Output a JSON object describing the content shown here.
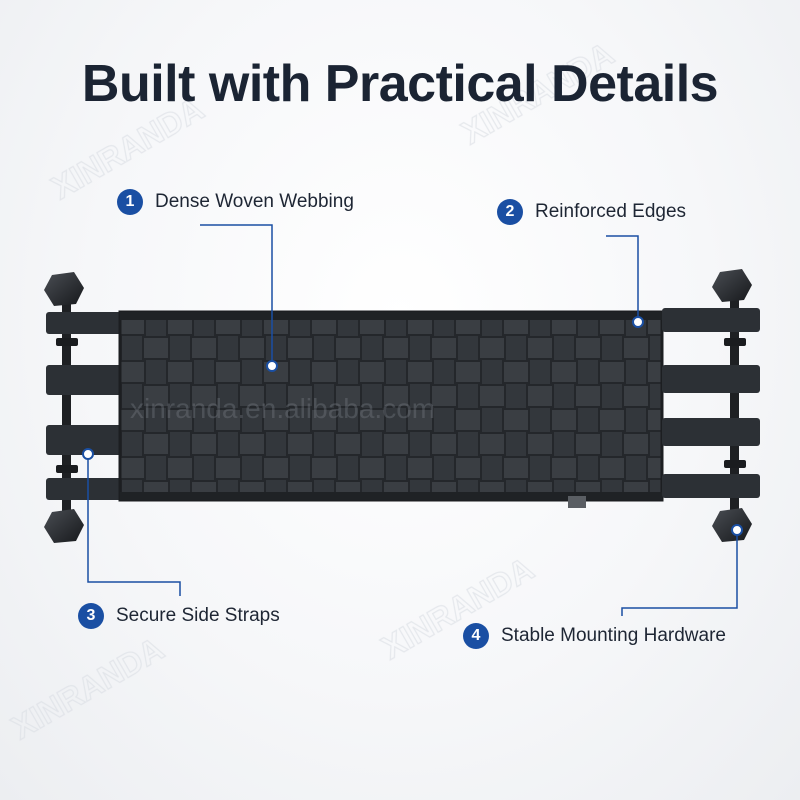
{
  "heading": "Built with Practical Details",
  "watermark_brand": "XINRANDA",
  "watermark_url": "xinranda.en.alibaba.com",
  "colors": {
    "accent": "#1a4fa3",
    "product": "#2a2d31",
    "title": "#1b2433"
  },
  "callouts": [
    {
      "number": "1",
      "text": "Dense Woven Webbing"
    },
    {
      "number": "2",
      "text": "Reinforced Edges"
    },
    {
      "number": "3",
      "text": "Secure Side Straps"
    },
    {
      "number": "4",
      "text": "Stable Mounting Hardware"
    }
  ]
}
